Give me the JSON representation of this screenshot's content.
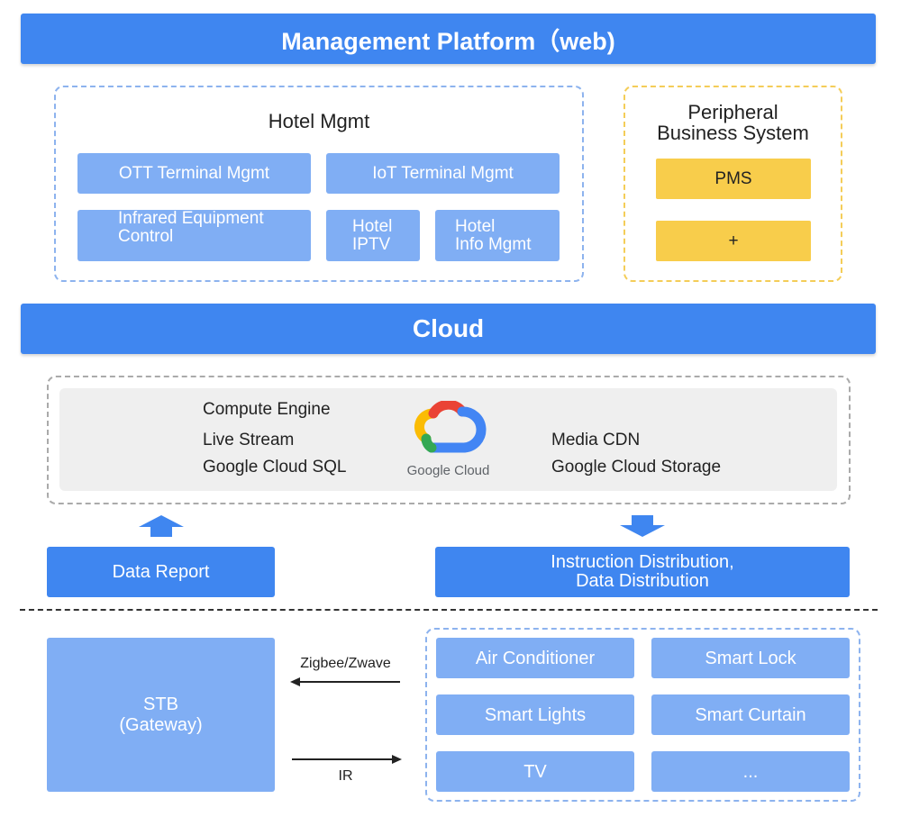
{
  "header": {
    "title": "Management Platform（web)"
  },
  "hotel": {
    "title": "Hotel Mgmt",
    "ott": "OTT Terminal Mgmt",
    "iot": "IoT Terminal Mgmt",
    "infrared_l1": "Infrared Equipment",
    "infrared_l2": "Control",
    "iptv_l1": "Hotel",
    "iptv_l2": "IPTV",
    "info_l1": "Hotel",
    "info_l2": "Info Mgmt"
  },
  "peripheral": {
    "title_l1": "Peripheral",
    "title_l2": "Business System",
    "pms": "PMS",
    "more": "+"
  },
  "cloud": {
    "title": "Cloud",
    "compute": "Compute Engine",
    "live": "Live Stream",
    "sql": "Google Cloud SQL",
    "cdn": "Media CDN",
    "storage": "Google Cloud Storage",
    "logo_text": "Google Cloud"
  },
  "flows": {
    "data_report": "Data Report",
    "instr_l1": "Instruction Distribution,",
    "instr_l2": "Data Distribution"
  },
  "devices": {
    "stb_l1": "STB",
    "stb_l2": "(Gateway)",
    "protocol_top": "Zigbee/Zwave",
    "protocol_bottom": "IR",
    "items": [
      "Air Conditioner",
      "Smart Lock",
      "Smart Lights",
      "Smart Curtain",
      "TV",
      "..."
    ]
  },
  "colors": {
    "primary": "#3f86f0",
    "light_blue": "#80aef4",
    "yellow": "#f8cd4b",
    "google_blue": "#4285f4",
    "google_red": "#ea4335",
    "google_yellow": "#fbbc04",
    "google_green": "#34a853"
  }
}
